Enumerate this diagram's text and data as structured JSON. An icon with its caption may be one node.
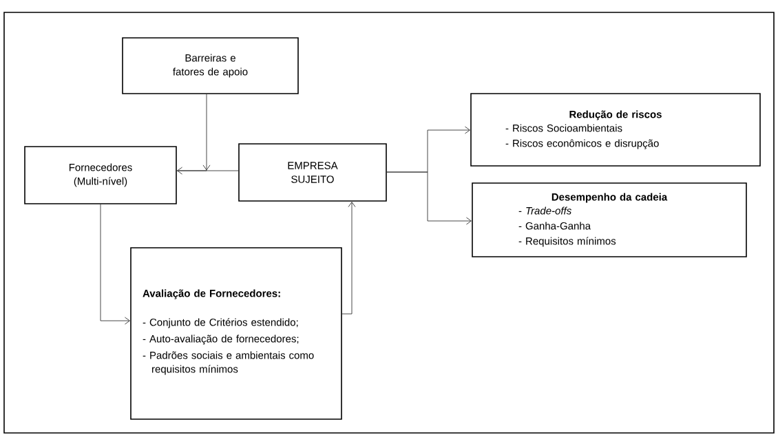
{
  "diagram": {
    "nodes": [
      {
        "text": [
          "Barreiras e fatores de apoio"
        ]
      },
      {
        "text": [
          "Fornecedores (Multi-nível)"
        ]
      },
      {
        "text": [
          "EMPRESA SUJEITO"
        ]
      },
      {
        "text": [
          "Redução de riscos",
          "- Riscos Socioambientais",
          "- Riscos econômicos e disrupção"
        ]
      },
      {
        "text": [
          "Desempenho da cadeia",
          "- *Trade-offs*",
          "- Ganha-Ganha",
          "- Requisitos mínimos"
        ]
      },
      {
        "text": [
          "Avaliação de Fornecedores:",
          "- Conjunto de Critérios estendido;",
          "- Auto-avaliação de fornecedores;",
          "- Padrões sociais e ambientais como requisitos mínimos"
        ]
      }
    ],
    "edges": [
      {
        "from": 2,
        "to": 1,
        "arrow": "to"
      },
      {
        "from": 0,
        "to": 1,
        "arrow": "to"
      },
      {
        "from": 1,
        "to": 5,
        "arrow": "to"
      },
      {
        "from": 5,
        "to": 2,
        "arrow": "to"
      },
      {
        "from": 2,
        "to": 3,
        "arrow": "to"
      },
      {
        "from": 2,
        "to": 4,
        "arrow": "to"
      }
    ]
  }
}
